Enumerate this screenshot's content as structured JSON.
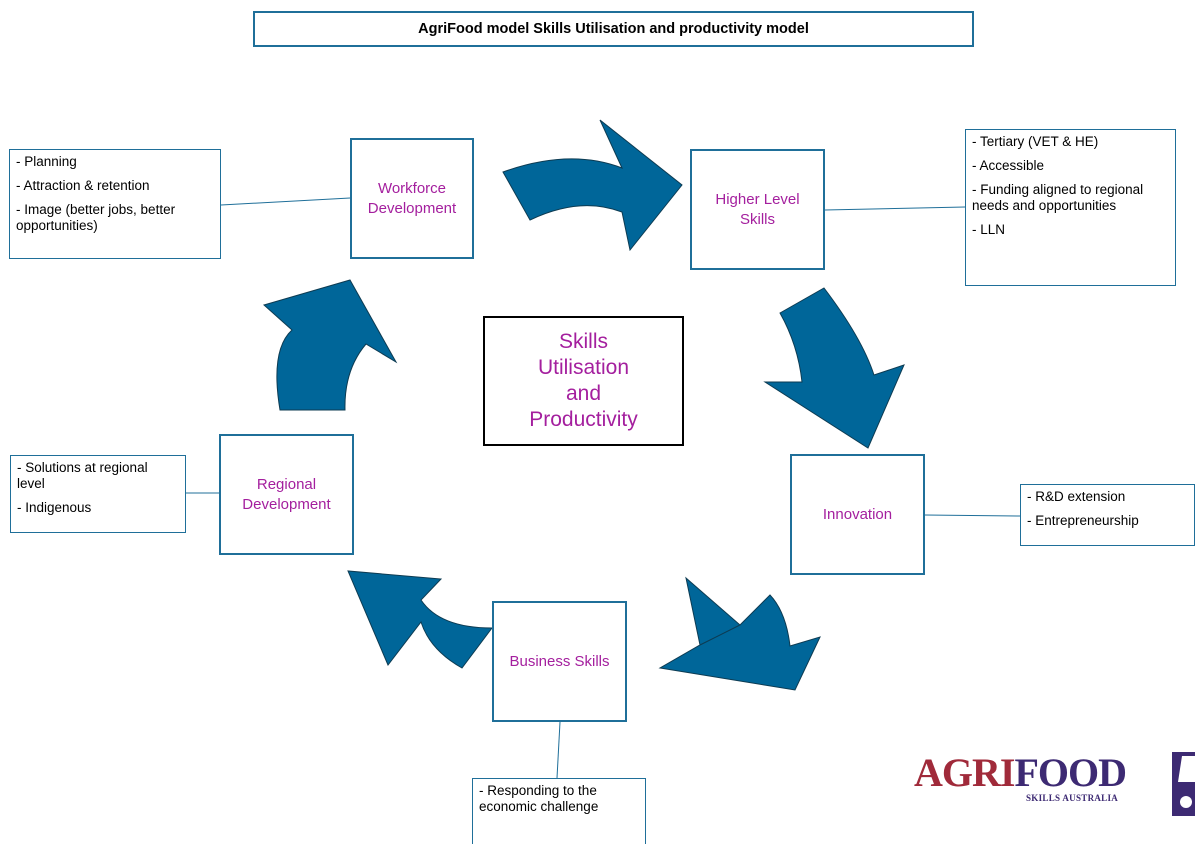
{
  "title": "AgriFood model Skills Utilisation and productivity model",
  "center": [
    "Skills",
    "Utilisation",
    "and",
    "Productivity"
  ],
  "nodes": {
    "workforce": [
      "Workforce",
      "Development"
    ],
    "higher": [
      "Higher Level",
      "Skills"
    ],
    "innovation": [
      "Innovation"
    ],
    "business": [
      "Business Skills"
    ],
    "regional": [
      "Regional",
      "Development"
    ]
  },
  "notes": {
    "workforce": [
      " - Planning",
      " - Attraction & retention",
      " - Image (better jobs, better opportunities)"
    ],
    "higher": [
      " - Tertiary (VET & HE)",
      " - Accessible",
      " - Funding aligned to regional needs and opportunities",
      " - LLN"
    ],
    "innovation": [
      " - R&D extension",
      " - Entrepreneurship"
    ],
    "business": [
      " - Responding to the economic challenge"
    ],
    "regional": [
      " - Solutions at regional level",
      " - Indigenous"
    ]
  },
  "logo": {
    "part1": "AGRI",
    "part2": "FOOD",
    "subtitle": "SKILLS AUSTRALIA"
  },
  "colors": {
    "arrow": "#006699",
    "border": "#1f6f99",
    "node_text": "#a41f9e",
    "logo_red": "#a02a3a",
    "logo_purple": "#3d2a73"
  }
}
